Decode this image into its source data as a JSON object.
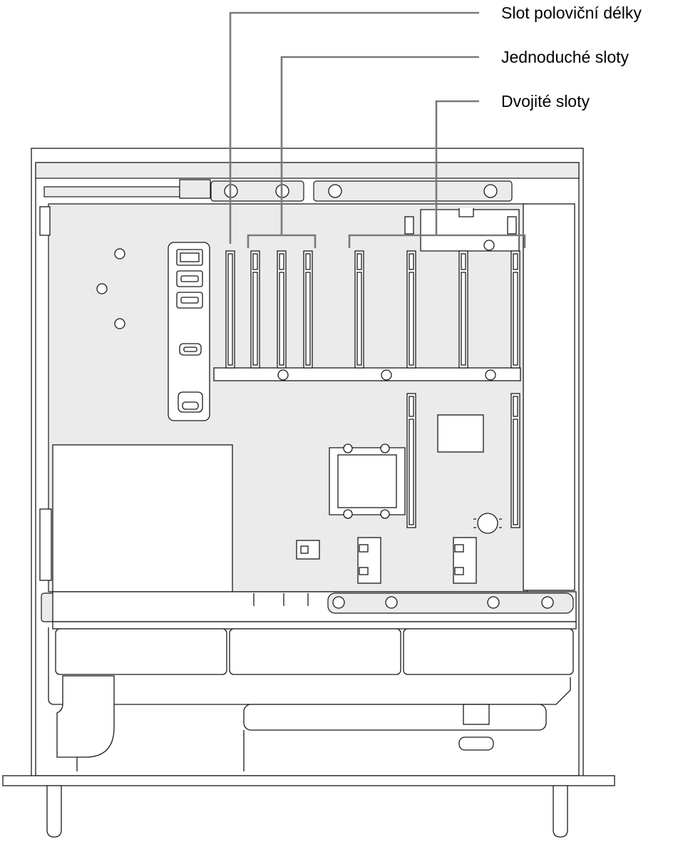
{
  "callouts": {
    "half_length_slot": "Slot poloviční délky",
    "single_slots": "Jednoduché sloty",
    "double_slots": "Dvojité sloty"
  },
  "colors": {
    "background": "#ffffff",
    "outline": "#1a1a1a",
    "panel": "#ebebeb",
    "leader_line": "#7a7a7a"
  }
}
